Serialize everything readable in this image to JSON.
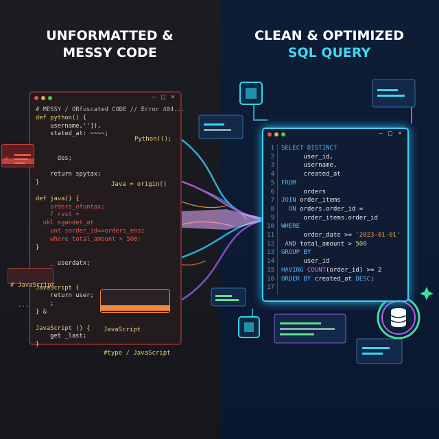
{
  "headings": {
    "left": [
      "UNFORMATTED &",
      "MESSY CODE"
    ],
    "right": [
      "CLEAN & OPTIMIZED",
      "SQL QUERY"
    ]
  },
  "messy_window": {
    "controls": [
      "–",
      "□",
      "×"
    ],
    "comment": "# MESSY / OBfuscated CODE // Error 404...",
    "lines": [
      "def python() {",
      "    username,'']),",
      "    stated_at: ~~~~;",
      "",
      "    ",
      "      des;",
      "",
      "    return spytax;",
      "}",
      "",
      "def java() {",
      "    orders_ofuntax;",
      "    f rvst =",
      "  ukl sgandet_at",
      "    unt sorder_id==orders_ensi",
      "    where total_amount > 500;",
      "}",
      "",
      "    _ userdatx;",
      "",
      "",
      "JavaScript {",
      "    return user;",
      "    ;",
      "} &",
      "",
      "JavaScript () {",
      "    get _last;",
      "}"
    ],
    "floating_labels": {
      "python": "Python(();",
      "java": "Java = origin()"
    }
  },
  "popups": {
    "js_comment": [
      "# JavaScript",
      "  ..."
    ],
    "js_type": [
      "JavaScript",
      "#type / JavaScript"
    ]
  },
  "sql_window": {
    "controls": [
      "–",
      "□",
      "×"
    ],
    "line_numbers": [
      "1",
      "2",
      "3",
      "4",
      "5",
      "6",
      "7",
      "8",
      "9",
      "10",
      "11",
      "12",
      "13",
      "14",
      "15",
      "16",
      "17"
    ],
    "lines": [
      [
        [
          "sk",
          "SELECT DISTINCT"
        ]
      ],
      [
        [
          "",
          "      user_id,"
        ]
      ],
      [
        [
          "",
          "      username,"
        ]
      ],
      [
        [
          "",
          "      created_at"
        ]
      ],
      [
        [
          "sk",
          "FROM"
        ]
      ],
      [
        [
          "",
          "      orders"
        ]
      ],
      [
        [
          "sk",
          "JOIN "
        ],
        [
          "",
          "order_items"
        ]
      ],
      [
        [
          "sk",
          "  ON "
        ],
        [
          "",
          "orders.order_id ="
        ]
      ],
      [
        [
          "",
          "      order_items.order_id"
        ]
      ],
      [
        [
          "sk",
          "WHERE"
        ]
      ],
      [
        [
          "",
          "      order_date >= "
        ],
        [
          "ss",
          "'2023-01-01'"
        ]
      ],
      [
        [
          "dim",
          " AND "
        ],
        [
          "",
          "total_amount > "
        ],
        [
          "sn",
          "500"
        ]
      ],
      [
        [
          "sk",
          "GROUP BY"
        ]
      ],
      [
        [
          "",
          "      user_id"
        ]
      ],
      [
        [
          "sk",
          "HAVING "
        ],
        [
          "sf",
          "COUNT"
        ],
        [
          "",
          "(order_id) >= 2"
        ]
      ],
      [
        [
          "sk",
          "ORDER BY "
        ],
        [
          "",
          "created_at "
        ],
        [
          "sk",
          "DESC"
        ],
        [
          "",
          ";"
        ]
      ],
      [
        [
          "",
          ""
        ]
      ]
    ]
  },
  "colors": {
    "left_bg": "#1b1d23",
    "right_bg": "#0e1d36",
    "accent_cyan": "#3fd8f0",
    "error_red": "#e05a4a",
    "sql_keyword": "#5bb5ff",
    "sql_string": "#f0a050"
  },
  "icons": [
    "warning-icon",
    "database-icon",
    "cpu-chip-icon",
    "sparkle-icon"
  ]
}
